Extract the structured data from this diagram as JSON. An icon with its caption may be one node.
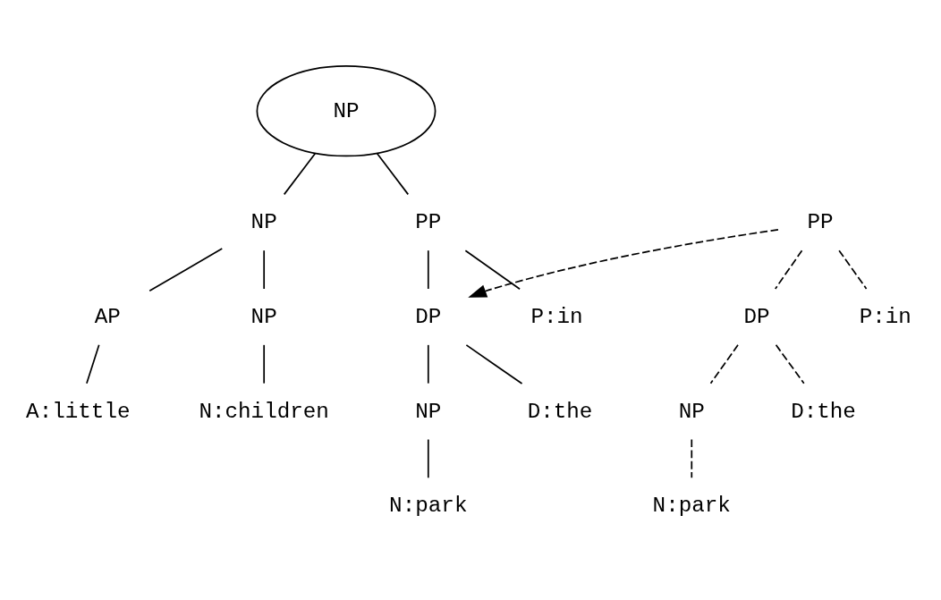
{
  "diagram": {
    "nodes": [
      {
        "text": [
          "NP"
        ]
      },
      {
        "text": [
          "NP"
        ]
      },
      {
        "text": [
          "AP"
        ]
      },
      {
        "text": [
          "NP"
        ]
      },
      {
        "text": [
          "A:little"
        ]
      },
      {
        "text": [
          "N:children"
        ]
      },
      {
        "text": [
          "PP"
        ]
      },
      {
        "text": [
          "DP"
        ]
      },
      {
        "text": [
          "NP"
        ]
      },
      {
        "text": [
          "P:in"
        ]
      },
      {
        "text": [
          "D:the"
        ]
      },
      {
        "text": [
          "N:park"
        ]
      },
      {
        "text": [
          "PP"
        ]
      },
      {
        "text": [
          "DP"
        ]
      },
      {
        "text": [
          "NP"
        ]
      },
      {
        "text": [
          "P:in"
        ]
      },
      {
        "text": [
          "D:the"
        ]
      },
      {
        "text": [
          "N:park"
        ]
      }
    ],
    "edges": [
      {
        "from": 0,
        "to": 1,
        "arrow": "none"
      },
      {
        "from": 0,
        "to": 6,
        "arrow": "none"
      },
      {
        "from": 1,
        "to": 2,
        "arrow": "none"
      },
      {
        "from": 1,
        "to": 3,
        "arrow": "none"
      },
      {
        "from": 2,
        "to": 4,
        "arrow": "none"
      },
      {
        "from": 3,
        "to": 5,
        "arrow": "none"
      },
      {
        "from": 6,
        "to": 9,
        "arrow": "none"
      },
      {
        "from": 6,
        "to": 7,
        "arrow": "none"
      },
      {
        "from": 7,
        "to": 10,
        "arrow": "none"
      },
      {
        "from": 7,
        "to": 8,
        "arrow": "none"
      },
      {
        "from": 8,
        "to": 11,
        "arrow": "none"
      },
      {
        "from": 12,
        "to": 15,
        "arrow": "none",
        "style": "dashed"
      },
      {
        "from": 12,
        "to": 13,
        "arrow": "none",
        "style": "dashed"
      },
      {
        "from": 13,
        "to": 16,
        "arrow": "none",
        "style": "dashed"
      },
      {
        "from": 13,
        "to": 14,
        "arrow": "none",
        "style": "dashed"
      },
      {
        "from": 14,
        "to": 17,
        "arrow": "none",
        "style": "dashed"
      },
      {
        "from": 12,
        "to": 7,
        "arrow": "to",
        "style": "dashed"
      }
    ]
  }
}
